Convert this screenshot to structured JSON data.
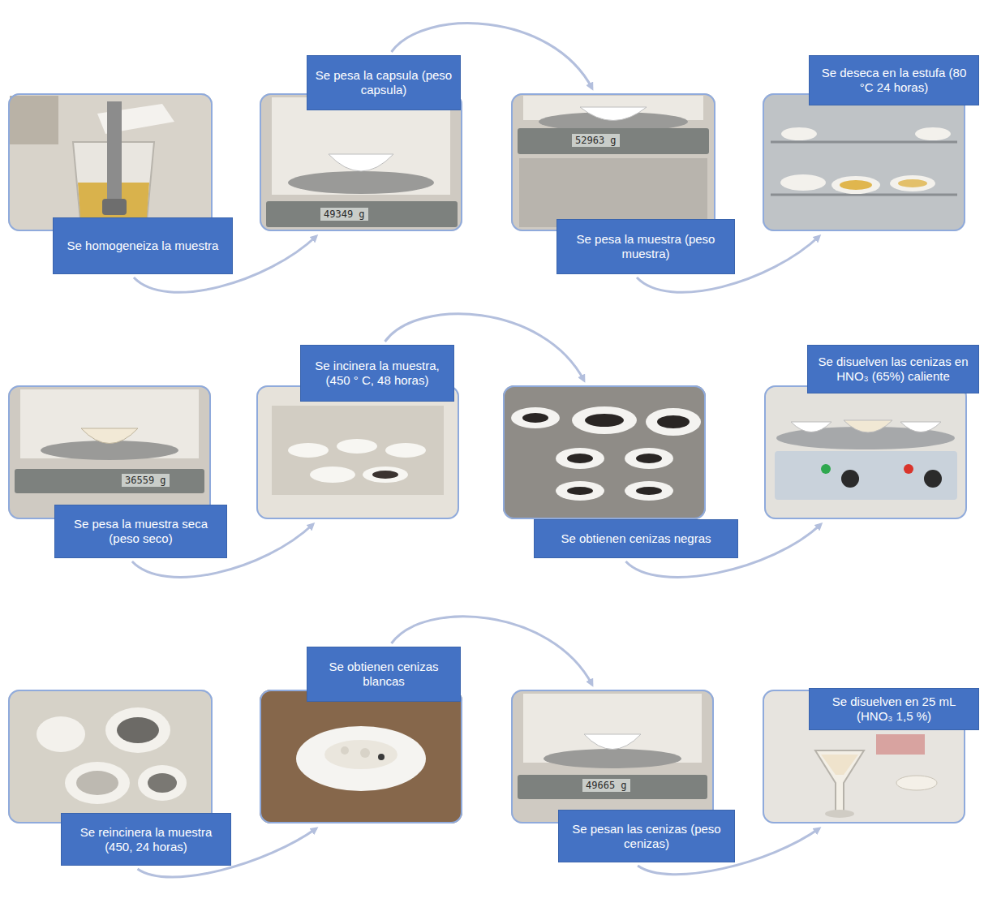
{
  "diagram": {
    "nodes": [
      {
        "text": [
          "Se homogeneiza la muestra"
        ]
      },
      {
        "text": [
          "Se pesa la capsula (peso capsula)"
        ]
      },
      {
        "text": [
          "Se pesa la muestra (peso muestra)"
        ]
      },
      {
        "text": [
          "Se deseca en la estufa (80 °C 24 horas)"
        ]
      },
      {
        "text": [
          "Se pesa la muestra seca (peso seco)"
        ]
      },
      {
        "text": [
          "Se incinera la muestra, (450 ° C, 48 horas)"
        ]
      },
      {
        "text": [
          "Se obtienen cenizas negras"
        ]
      },
      {
        "text": [
          "Se disuelven las cenizas en HNO₃ (65%) caliente"
        ]
      },
      {
        "text": [
          "Se reincinera la muestra (450, 24 horas)"
        ]
      },
      {
        "text": [
          "Se obtienen cenizas blancas"
        ]
      },
      {
        "text": [
          "Se pesan las cenizas (peso cenizas)"
        ]
      },
      {
        "text": [
          "Se disuelven en 25 mL (HNO₃ 1,5 %)"
        ]
      }
    ],
    "edges": [
      {
        "from": 0,
        "to": 1,
        "arrow": "to"
      },
      {
        "from": 1,
        "to": 2,
        "arrow": "to"
      },
      {
        "from": 2,
        "to": 3,
        "arrow": "to"
      },
      {
        "from": 4,
        "to": 5,
        "arrow": "to"
      },
      {
        "from": 5,
        "to": 6,
        "arrow": "to"
      },
      {
        "from": 6,
        "to": 7,
        "arrow": "to"
      },
      {
        "from": 8,
        "to": 9,
        "arrow": "to"
      },
      {
        "from": 9,
        "to": 10,
        "arrow": "to"
      },
      {
        "from": 10,
        "to": 11,
        "arrow": "to"
      }
    ],
    "labels": [
      "49349 g",
      "52963 g",
      "36559 g",
      "49665 g"
    ]
  }
}
